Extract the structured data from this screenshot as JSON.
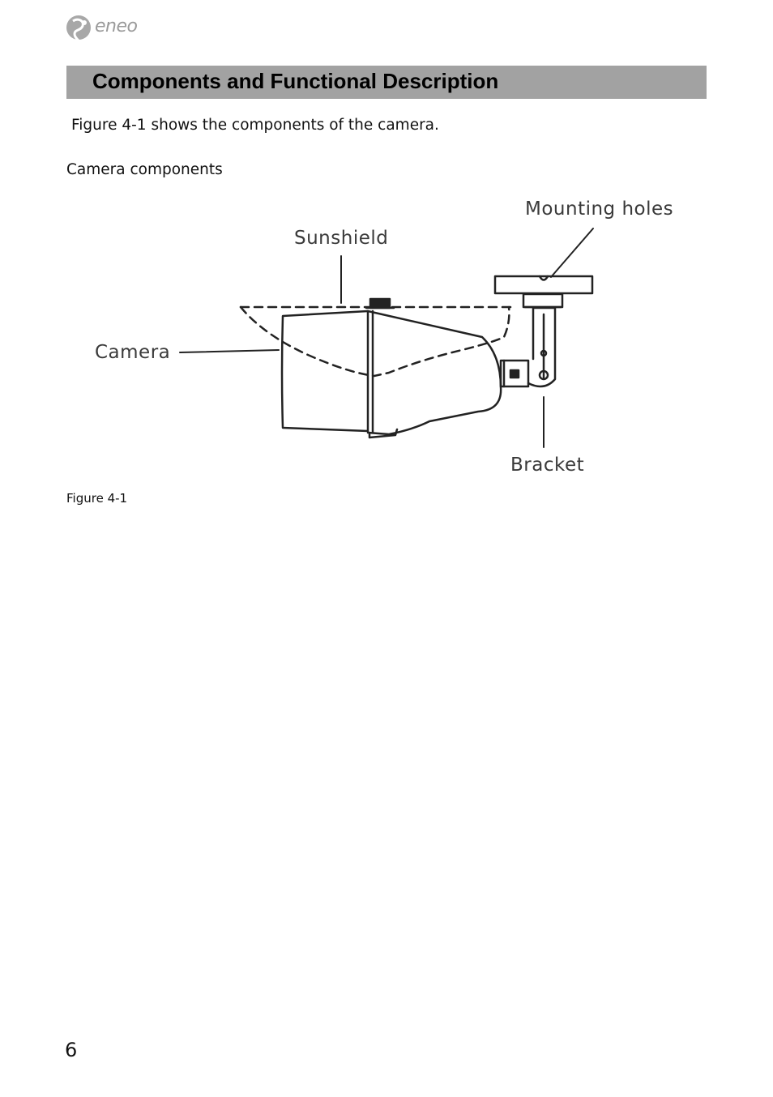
{
  "header": {
    "logo_text": "eneo"
  },
  "section": {
    "title": "Components and Functional Description"
  },
  "body": {
    "intro": "Figure 4-1 shows the components of the camera.",
    "figure_title": "Camera components"
  },
  "figure": {
    "labels": {
      "mounting_holes": "Mounting holes",
      "sunshield": "Sunshield",
      "camera": "Camera",
      "bracket": "Bracket"
    },
    "caption": "Figure 4-1"
  },
  "footer": {
    "page_number": "6"
  }
}
